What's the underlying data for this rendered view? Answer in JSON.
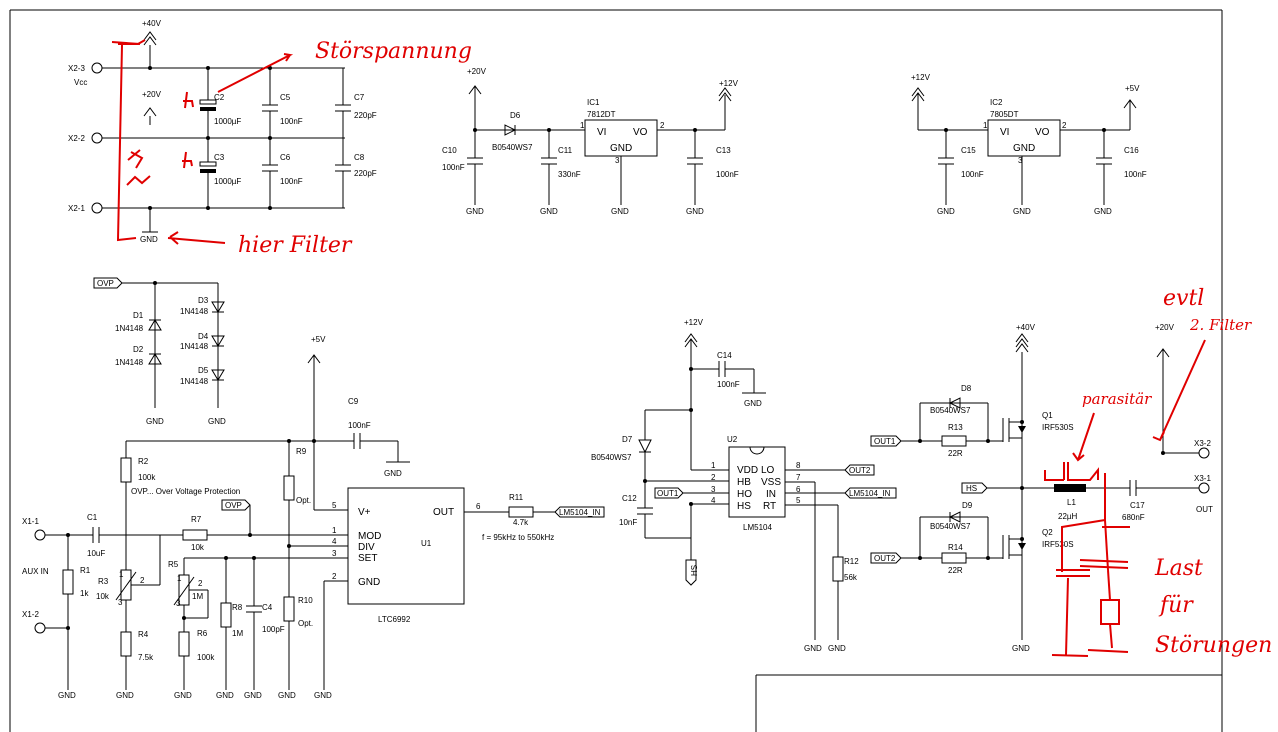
{
  "rails": {
    "p40": "+40V",
    "p20": "+20V",
    "p12": "+12V",
    "p5": "+5V",
    "gnd": "GND"
  },
  "connectors": {
    "x2_3": "X2-3",
    "x2_2": "X2-2",
    "x2_1": "X2-1",
    "vcc": "Vcc",
    "x1_1": "X1-1",
    "x1_2": "X1-2",
    "aux": "AUX IN",
    "x3_2": "X3-2",
    "x3_1": "X3-1",
    "out": "OUT"
  },
  "input_filter": {
    "c2": {
      "name": "C2",
      "value": "1000µF"
    },
    "c3": {
      "name": "C3",
      "value": "1000µF"
    },
    "c5": {
      "name": "C5",
      "value": "100nF"
    },
    "c6": {
      "name": "C6",
      "value": "100nF"
    },
    "c7": {
      "name": "C7",
      "value": "220pF"
    },
    "c8": {
      "name": "C8",
      "value": "220pF"
    }
  },
  "reg1": {
    "d6": "D6",
    "d6v": "B0540WS7",
    "c10": "C10",
    "c10v": "100nF",
    "c11": "C11",
    "c11v": "330nF",
    "ic": "IC1",
    "icv": "7812DT",
    "vi": "VI",
    "vo": "VO",
    "gnd": "GND",
    "c13": "C13",
    "c13v": "100nF",
    "p1": "1",
    "p2": "2",
    "p3": "3"
  },
  "reg2": {
    "c15": "C15",
    "c15v": "100nF",
    "ic": "IC2",
    "icv": "7805DT",
    "vi": "VI",
    "vo": "VO",
    "gnd": "GND",
    "c16": "C16",
    "c16v": "100nF",
    "p1": "1",
    "p2": "2",
    "p3": "3"
  },
  "ovp": {
    "label": "OVP",
    "d1": "D1",
    "d2": "D2",
    "d3": "D3",
    "d4": "D4",
    "d5": "D5",
    "dv": "1N4148"
  },
  "osc": {
    "r1": "R1",
    "r1v": "1k",
    "c1": "C1",
    "c1v": "10uF",
    "r2": "R2",
    "r2v": "100k",
    "note": "OVP... Over Voltage Protection",
    "r3": "R3",
    "r3v": "10k",
    "r4": "R4",
    "r4v": "7.5k",
    "r5": "R5",
    "r5v": "1M",
    "r6": "R6",
    "r6v": "100k",
    "r7": "R7",
    "r7v": "10k",
    "r8": "R8",
    "r8v": "1M",
    "c4": "C4",
    "c4v": "100pF",
    "r9": "R9",
    "r9v": "Opt.",
    "r10": "R10",
    "r10v": "Opt.",
    "c9": "C9",
    "c9v": "100nF",
    "u1": "U1",
    "u1v": "LTC6992",
    "vplus": "V+",
    "mod": "MOD",
    "div": "DIV",
    "set": "SET",
    "gnd": "GND",
    "out": "OUT",
    "r11": "R11",
    "r11v": "4.7k",
    "freq": "f = 95kHz to 550kHz",
    "net": "LM5104_IN",
    "pins": [
      "5",
      "1",
      "4",
      "3",
      "2",
      "6"
    ],
    "pot": [
      "1",
      "2",
      "3"
    ]
  },
  "driver": {
    "c14": "C14",
    "c14v": "100nF",
    "d7": "D7",
    "d7v": "B0540WS7",
    "c12": "C12",
    "c12v": "10nF",
    "u2": "U2",
    "u2v": "LM5104",
    "hs": "HS",
    "out1": "OUT1",
    "out2": "OUT2",
    "in": "LM5104_IN",
    "left": [
      "VDD",
      "HB",
      "HO",
      "HS"
    ],
    "right": [
      "LO",
      "VSS",
      "IN",
      "RT"
    ],
    "lpins": [
      "1",
      "2",
      "3",
      "4"
    ],
    "rpins": [
      "8",
      "7",
      "6",
      "5"
    ],
    "r12": "R12",
    "r12v": "56k"
  },
  "bridge": {
    "d8": "D8",
    "d9": "D9",
    "dv": "B0540WS7",
    "r13": "R13",
    "r14": "R14",
    "rv": "22R",
    "q1": "Q1",
    "q2": "Q2",
    "qv": "IRF530S",
    "out1": "OUT1",
    "out2": "OUT2",
    "hs": "HS",
    "l1": "L1",
    "l1v": "22µH",
    "c17": "C17",
    "c17v": "680nF"
  },
  "notes": {
    "stoer": "Störspannung",
    "filter": "hier Filter",
    "evtl": "evtl",
    "filter2": "2. Filter",
    "parasit": "parasitär",
    "last1": "Last",
    "last2": "für",
    "last3": "Störungen"
  }
}
